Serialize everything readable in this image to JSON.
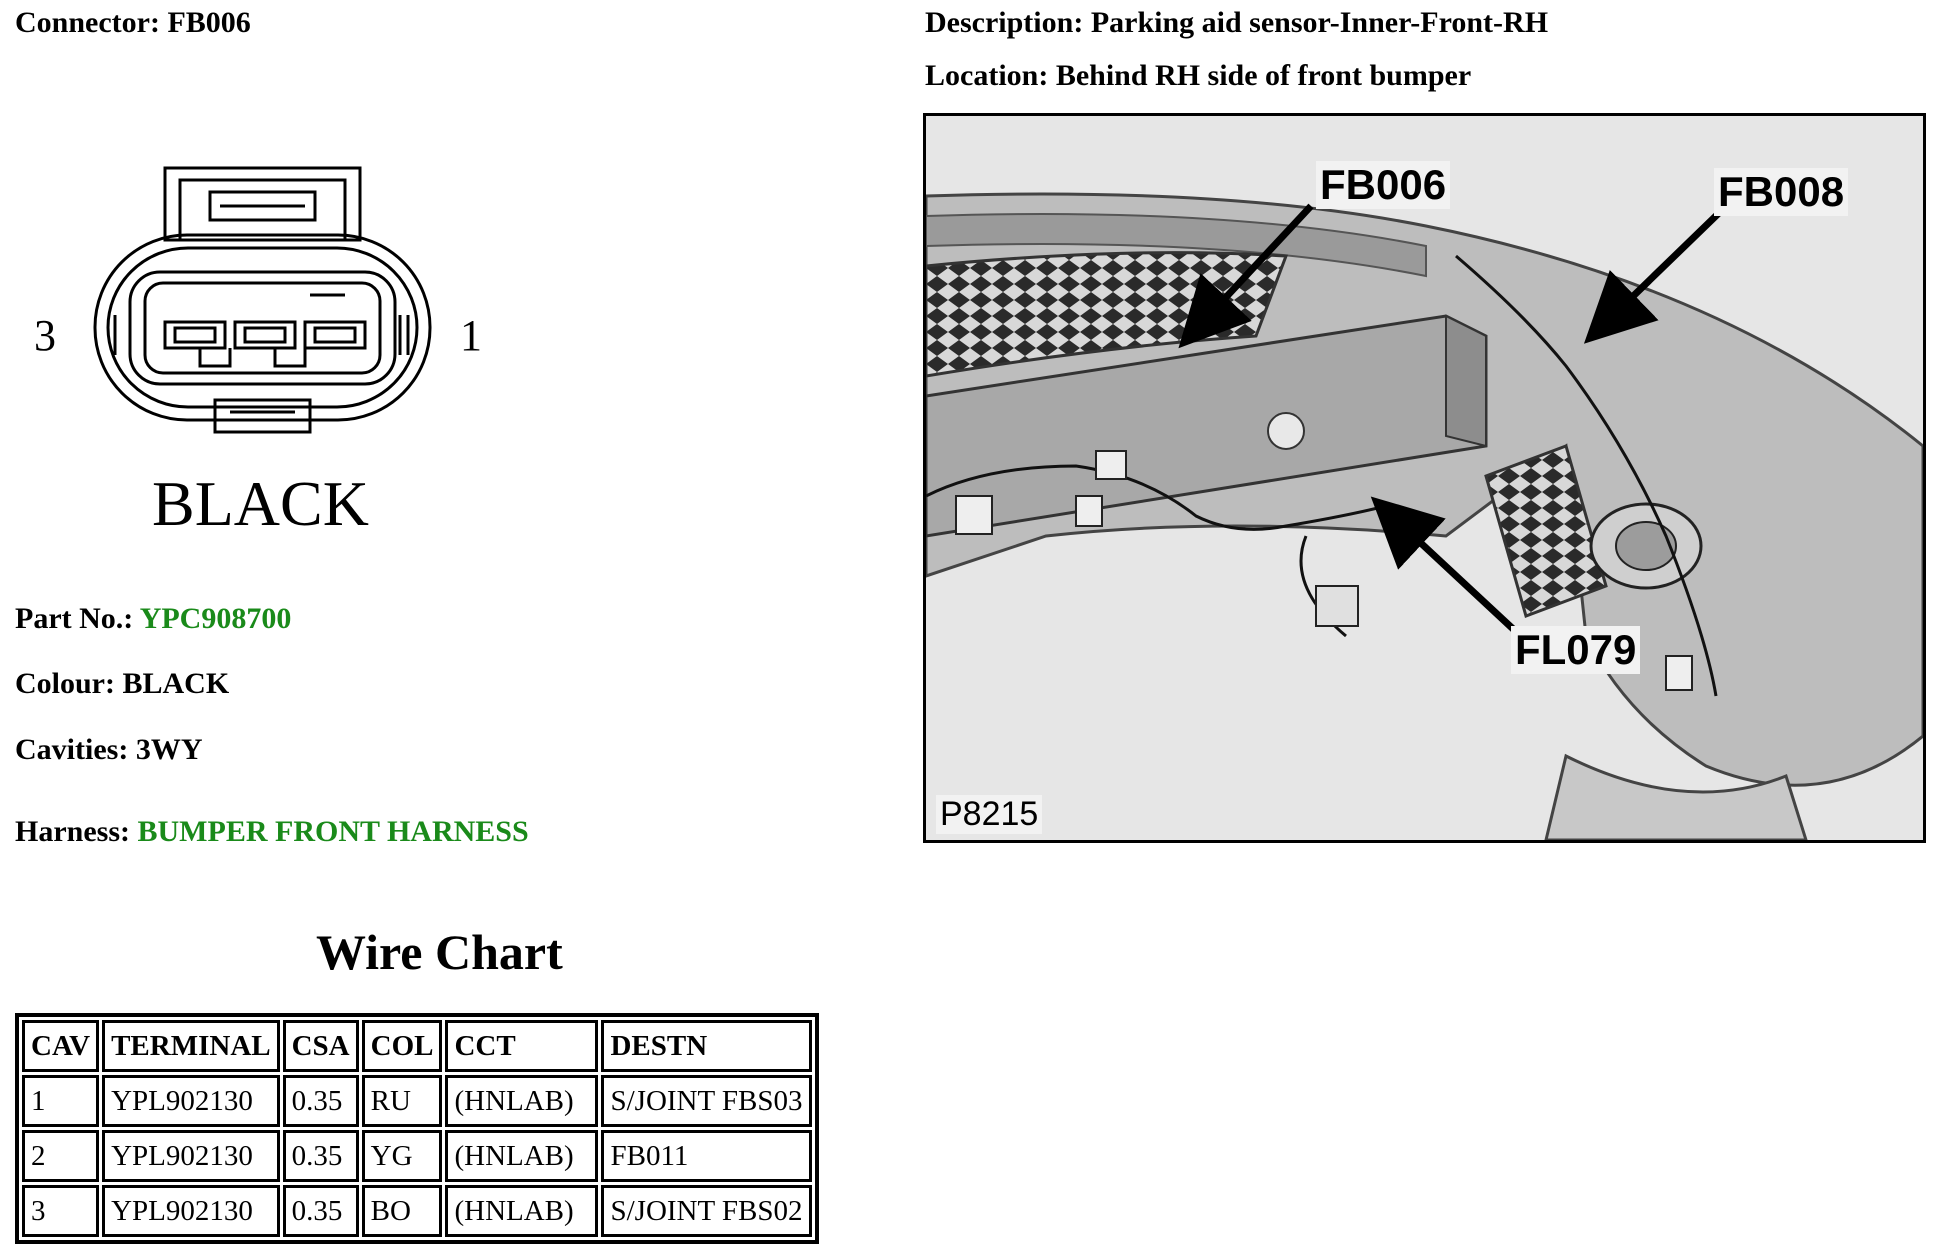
{
  "connector": {
    "label": "Connector:",
    "value": "FB006"
  },
  "description": {
    "label": "Description:",
    "value": "Parking aid sensor-Inner-Front-RH"
  },
  "location": {
    "label": "Location:",
    "value": "Behind RH side of front bumper"
  },
  "diagram": {
    "pin_left": "3",
    "pin_right": "1",
    "colour_text": "BLACK"
  },
  "part_no": {
    "label": "Part No.:",
    "value": "YPC908700"
  },
  "colour": {
    "label": "Colour:",
    "value": "BLACK"
  },
  "cavities": {
    "label": "Cavities:",
    "value": "3WY"
  },
  "harness": {
    "label": "Harness:",
    "value": "BUMPER FRONT HARNESS"
  },
  "wire_chart": {
    "title": "Wire Chart",
    "headers": [
      "CAV",
      "TERMINAL",
      "CSA",
      "COL",
      "CCT",
      "DESTN"
    ],
    "rows": [
      [
        "1",
        "YPL902130",
        "0.35",
        "RU",
        "(HNLAB)",
        "S/JOINT FBS03"
      ],
      [
        "2",
        "YPL902130",
        "0.35",
        "YG",
        "(HNLAB)",
        "FB011"
      ],
      [
        "3",
        "YPL902130",
        "0.35",
        "BO",
        "(HNLAB)",
        "S/JOINT FBS02"
      ]
    ]
  },
  "photo": {
    "callouts": [
      "FB006",
      "FB008",
      "FL079"
    ],
    "id": "P8215"
  },
  "colors": {
    "link_green": "#1a8a1a"
  }
}
